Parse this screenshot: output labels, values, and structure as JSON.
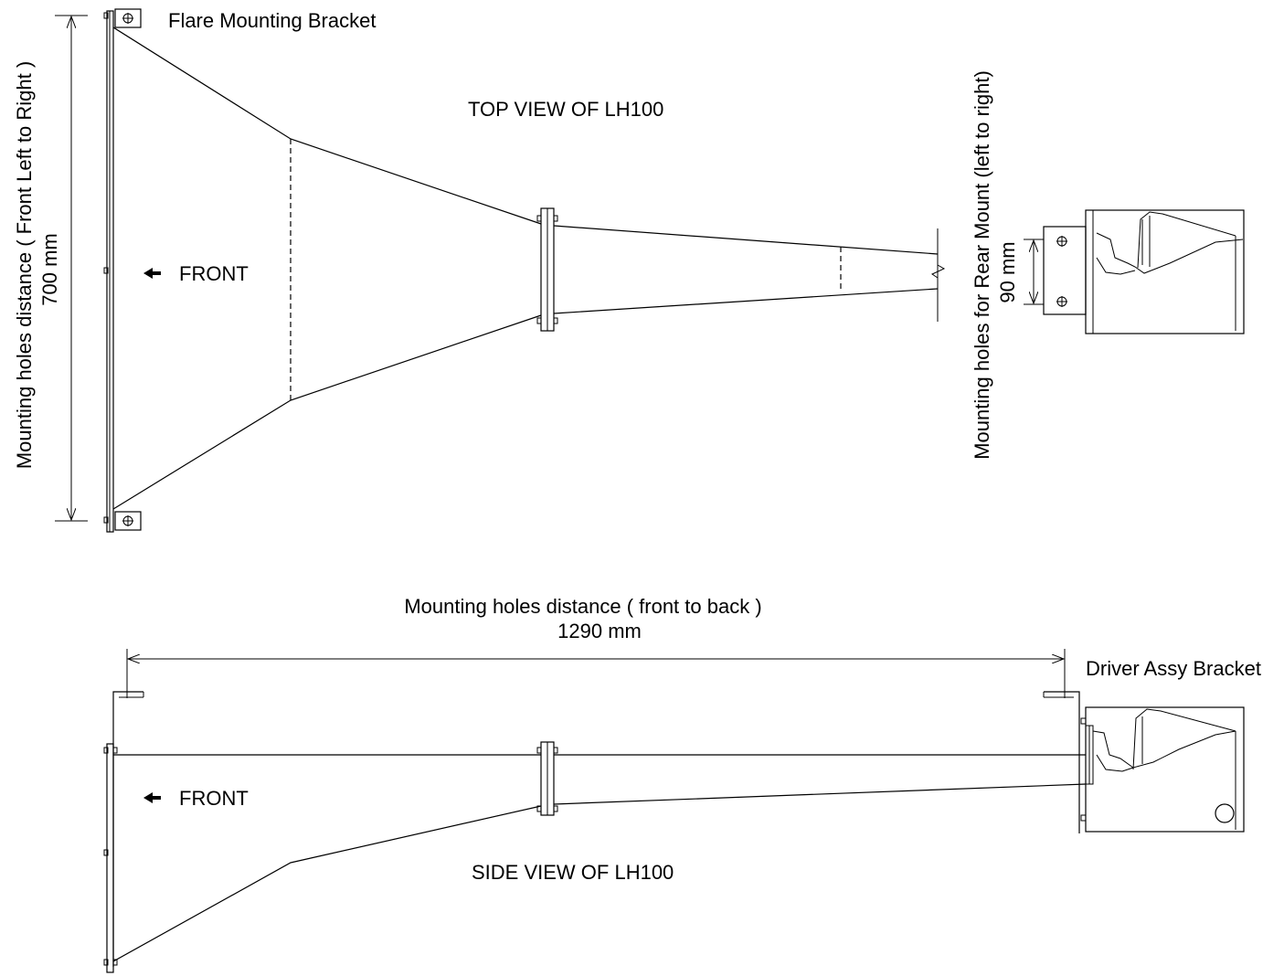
{
  "labels": {
    "flare_bracket": "Flare Mounting Bracket",
    "top_view": "TOP VIEW OF LH100",
    "side_view": "SIDE VIEW OF LH100",
    "front_top": "FRONT",
    "front_side": "FRONT",
    "driver_bracket": "Driver Assy Bracket"
  },
  "dimensions": {
    "left_to_right_label": "Mounting holes distance ( Front Left to Right )",
    "left_to_right_value": "700 mm",
    "rear_mount_label": "Mounting holes for Rear Mount (left to right)",
    "rear_mount_value": "90 mm",
    "front_to_back_label": "Mounting holes distance ( front to back )",
    "front_to_back_value": "1290 mm"
  }
}
